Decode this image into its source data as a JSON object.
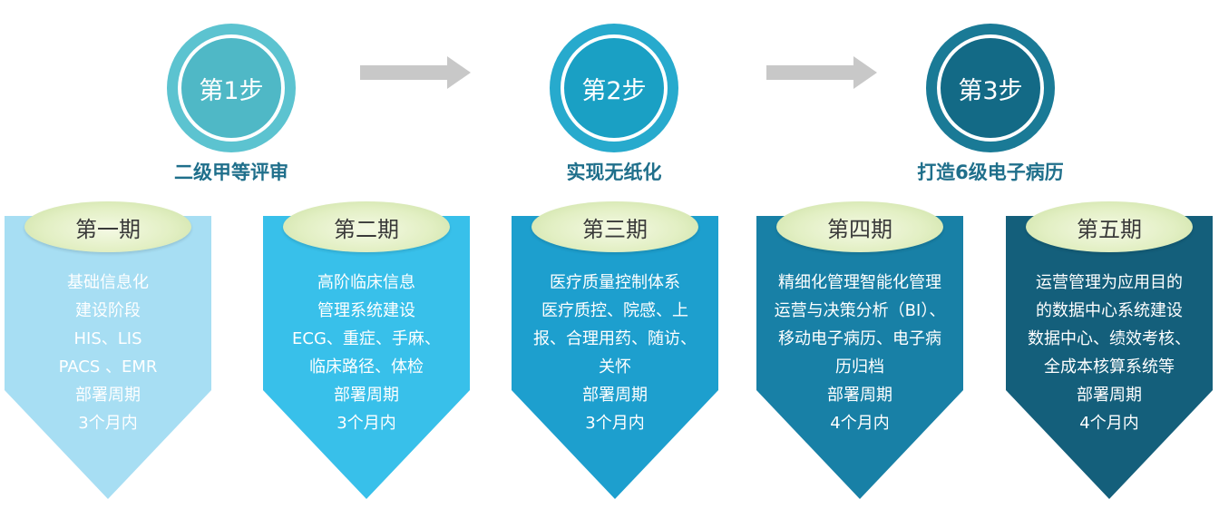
{
  "steps": [
    {
      "circle": "第1步",
      "label": "二级甲等评审",
      "color": "#4fb8c6",
      "ring": "#5cc3d0"
    },
    {
      "circle": "第2步",
      "label": "实现无纸化",
      "color": "#1aa0c4",
      "ring": "#27aacd"
    },
    {
      "circle": "第3步",
      "label": "打造6级电子病历",
      "color": "#136a86",
      "ring": "#1a7a96"
    }
  ],
  "arrow_color": "#c8c8c8",
  "phases": [
    {
      "title": "第一期",
      "lines": [
        "基础信息化",
        "建设阶段",
        "HIS、LIS",
        "PACS 、EMR",
        "部署周期",
        "3个月内"
      ],
      "color": "#a7def3"
    },
    {
      "title": "第二期",
      "lines": [
        "高阶临床信息",
        "管理系统建设",
        "ECG、重症、手麻、",
        "临床路径、体检",
        "部署周期",
        "3个月内"
      ],
      "color": "#38c0ea"
    },
    {
      "title": "第三期",
      "lines": [
        "医疗质量控制体系",
        "医疗质控、院感、上",
        "报、合理用药、随访、",
        "关怀",
        "部署周期",
        "3个月内"
      ],
      "color": "#1d9fce"
    },
    {
      "title": "第四期",
      "lines": [
        "精细化管理智能化管理",
        "运营与决策分析（BI）、",
        "移动电子病历、电子病",
        "历归档",
        "部署周期",
        "4个月内"
      ],
      "color": "#1880a6"
    },
    {
      "title": "第五期",
      "lines": [
        "运营管理为应用目的",
        "的数据中心系统建设",
        "数据中心、绩效考核、",
        "全成本核算系统等",
        "部署周期",
        "4个月内"
      ],
      "color": "#145f7b"
    }
  ]
}
